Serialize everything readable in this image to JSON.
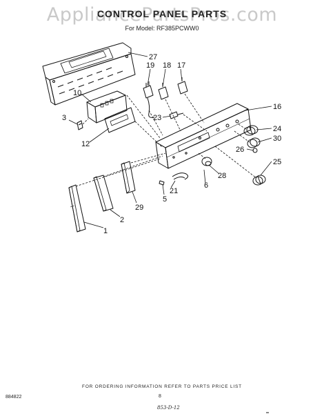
{
  "watermark": "AppliancePartsPros.com",
  "title": "CONTROL PANEL PARTS",
  "model_line": "For Model: RF385PCWW0",
  "callouts": [
    {
      "id": "27",
      "label": "27"
    },
    {
      "id": "19",
      "label": "19"
    },
    {
      "id": "18",
      "label": "18"
    },
    {
      "id": "17",
      "label": "17"
    },
    {
      "id": "10",
      "label": "10"
    },
    {
      "id": "16",
      "label": "16"
    },
    {
      "id": "3",
      "label": "3"
    },
    {
      "id": "23",
      "label": "23"
    },
    {
      "id": "24",
      "label": "24"
    },
    {
      "id": "30",
      "label": "30"
    },
    {
      "id": "26",
      "label": "26"
    },
    {
      "id": "12",
      "label": "12"
    },
    {
      "id": "25",
      "label": "25"
    },
    {
      "id": "28",
      "label": "28"
    },
    {
      "id": "21",
      "label": "21"
    },
    {
      "id": "6",
      "label": "6"
    },
    {
      "id": "5",
      "label": "5"
    },
    {
      "id": "29",
      "label": "29"
    },
    {
      "id": "2",
      "label": "2"
    },
    {
      "id": "1",
      "label": "1"
    }
  ],
  "footer": {
    "ordering_note": "FOR ORDERING INFORMATION REFER TO PARTS PRICE LIST",
    "doc_number": "884822",
    "page_number": "8",
    "code": "853-D-12"
  }
}
